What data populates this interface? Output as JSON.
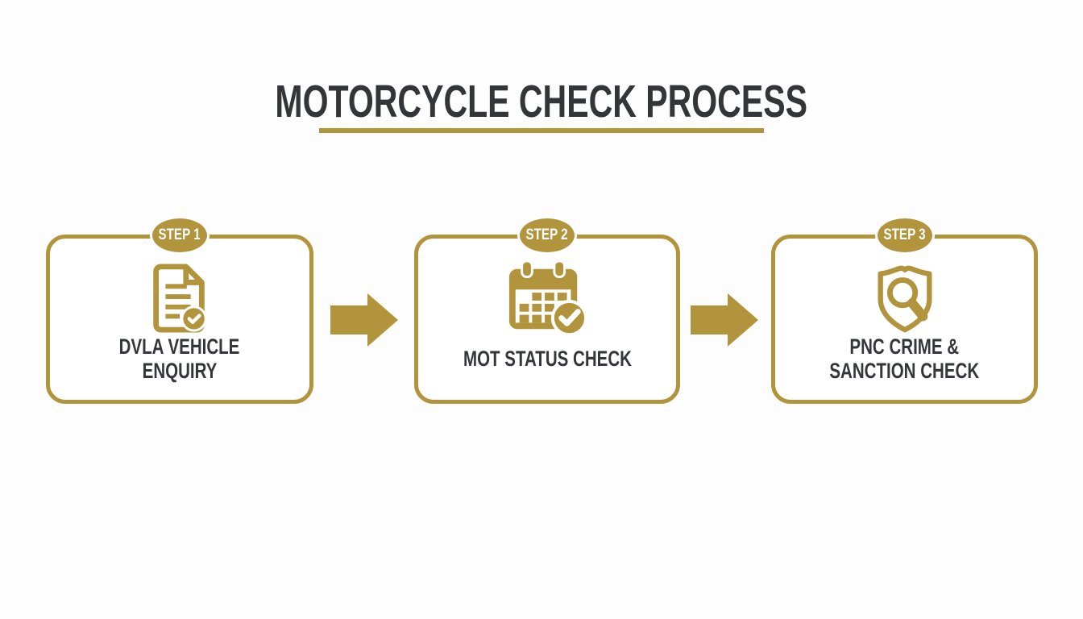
{
  "title": "MOTORCYCLE CHECK PROCESS",
  "colors": {
    "gold": "#b2943c",
    "text_dark": "#35363a",
    "badge_text": "#ffffff",
    "background": "#fdfdfd",
    "box_background": "#ffffff"
  },
  "steps": [
    {
      "badge": "STEP 1",
      "icon": "document-check-icon",
      "label_lines": [
        "DVLA VEHICLE",
        "ENQUIRY"
      ]
    },
    {
      "badge": "STEP 2",
      "icon": "calendar-check-icon",
      "label_lines": [
        "MOT STATUS CHECK"
      ]
    },
    {
      "badge": "STEP 3",
      "icon": "shield-search-icon",
      "label_lines": [
        "PNC CRIME &",
        "SANCTION CHECK"
      ]
    }
  ],
  "arrows": [
    "right-arrow-icon",
    "right-arrow-icon"
  ]
}
